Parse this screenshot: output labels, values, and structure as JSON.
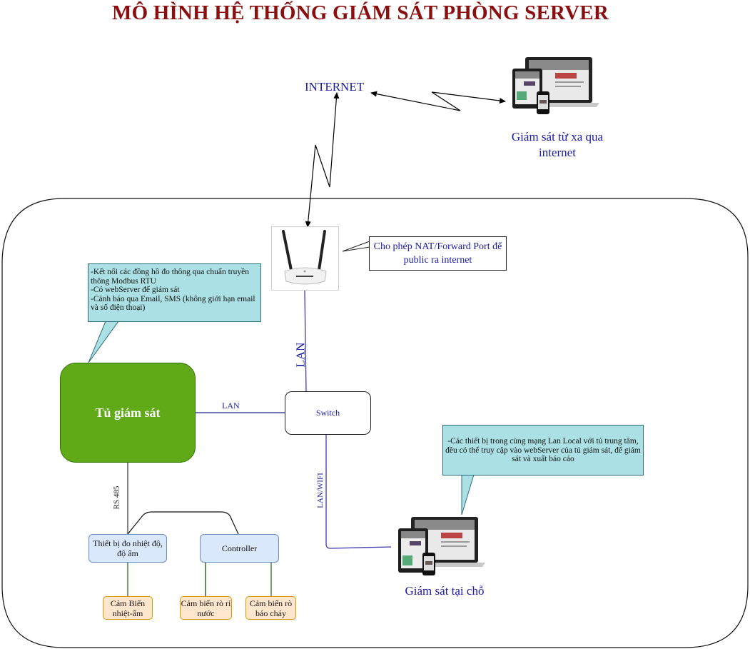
{
  "title": "MÔ HÌNH HỆ THỐNG GIÁM SÁT PHÒNG SERVER",
  "nodes": {
    "internet": "INTERNET",
    "remote_monitor_label": "Giám sát từ xa qua internet",
    "router_note": "Cho phép NAT/Forward Port để public ra internet",
    "cabinet": "Tủ giám sát",
    "switch": "Switch",
    "thermo_device": "Thiết bị đo nhiệt độ, độ ẩm",
    "controller": "Controller",
    "sensor_temp_humidity": "Cảm Biến nhiệt-ẩm",
    "sensor_water_leak": "Cảm biến rò rỉ nước",
    "sensor_fire": "Cảm biến rò báo cháy",
    "local_monitor_label": "Giám sát tại chỗ"
  },
  "callouts": {
    "cabinet_lines": [
      "-Kết nối các đồng hồ đo thông qua chuẩn truyền thông Modbus RTU",
      "-Có webServer để giám sát",
      "-Cảnh báo qua Email, SMS (không giới hạn email và số điện thoại)"
    ],
    "local": "-Các thiết bị trong cùng mạng Lan Local với tủ trung tâm, đều có thể truy cập vào webServer của tủ giám sát, để giám sát và xuất báo cáo"
  },
  "edges": {
    "cabinet_switch": "LAN",
    "router_switch": "LAN",
    "cabinet_bus": "RS 485",
    "switch_local": "LAN/WIFI"
  },
  "colors": {
    "title": "#8b0f0f",
    "link_text": "#1a1aa8",
    "cabinet_fill": "#60a917",
    "callout_fill": "#abe1e4",
    "device_fill": "#dae8fc",
    "sensor_fill": "#ffe6cc"
  }
}
